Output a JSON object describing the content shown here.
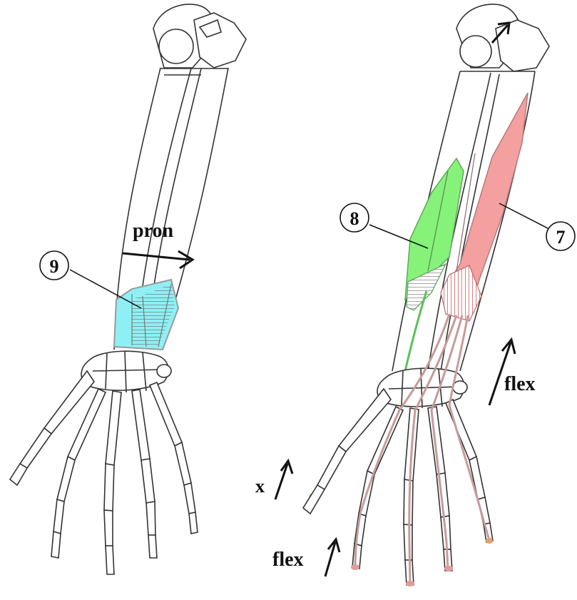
{
  "diagram": {
    "labels": {
      "pronator": "9",
      "flexor_pollicis": "8",
      "flexor_digitorum": "7"
    },
    "motions": {
      "pronation": "pron",
      "finger_flexion": "flex",
      "thumb_flexion": "flex",
      "edge_fragment": "x"
    },
    "colors": {
      "pronator_quadratus": "#8ef0f4",
      "flexor_pollicis_longus": "#86f27a",
      "flexor_digitorum_profundus": "#f4a0a0",
      "thumb_tendon": "#5cc25a",
      "finger_tendon": "#c79a9a"
    }
  }
}
